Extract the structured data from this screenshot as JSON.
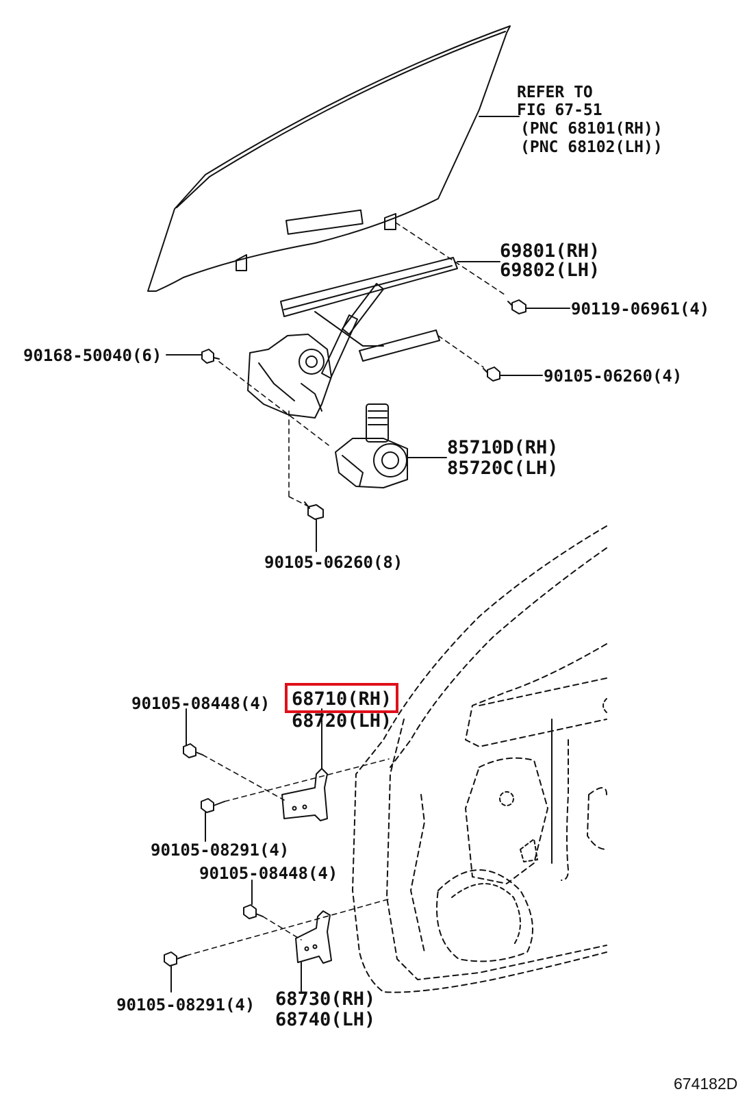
{
  "refer": {
    "line1": "REFER TO",
    "line2": "FIG 67-51",
    "line3": "(PNC 68101(RH))",
    "line4": "(PNC 68102(LH))"
  },
  "channel": {
    "rh": "69801(RH)",
    "lh": "69802(LH)"
  },
  "bolt_upper_right": "90119-06961(4)",
  "bolt_upper_left": "90168-50040(6)",
  "bolt_right": "90105-06260(4)",
  "motor": {
    "rh": "85710D(RH)",
    "lh": "85720C(LH)"
  },
  "bolt_bottom": "90105-06260(8)",
  "upper_hinge": {
    "rh": "68710(RH)",
    "lh": "68720(LH)"
  },
  "bolt_hinge_top": "90105-08448(4)",
  "bolt_hinge_mid": "90105-08291(4)",
  "bolt_lower_top": "90105-08448(4)",
  "bolt_lower_bottom": "90105-08291(4)",
  "lower_hinge": {
    "rh": "68730(RH)",
    "lh": "68740(LH)"
  },
  "figure_number": "674182D",
  "highlight_color": "#e0101a"
}
